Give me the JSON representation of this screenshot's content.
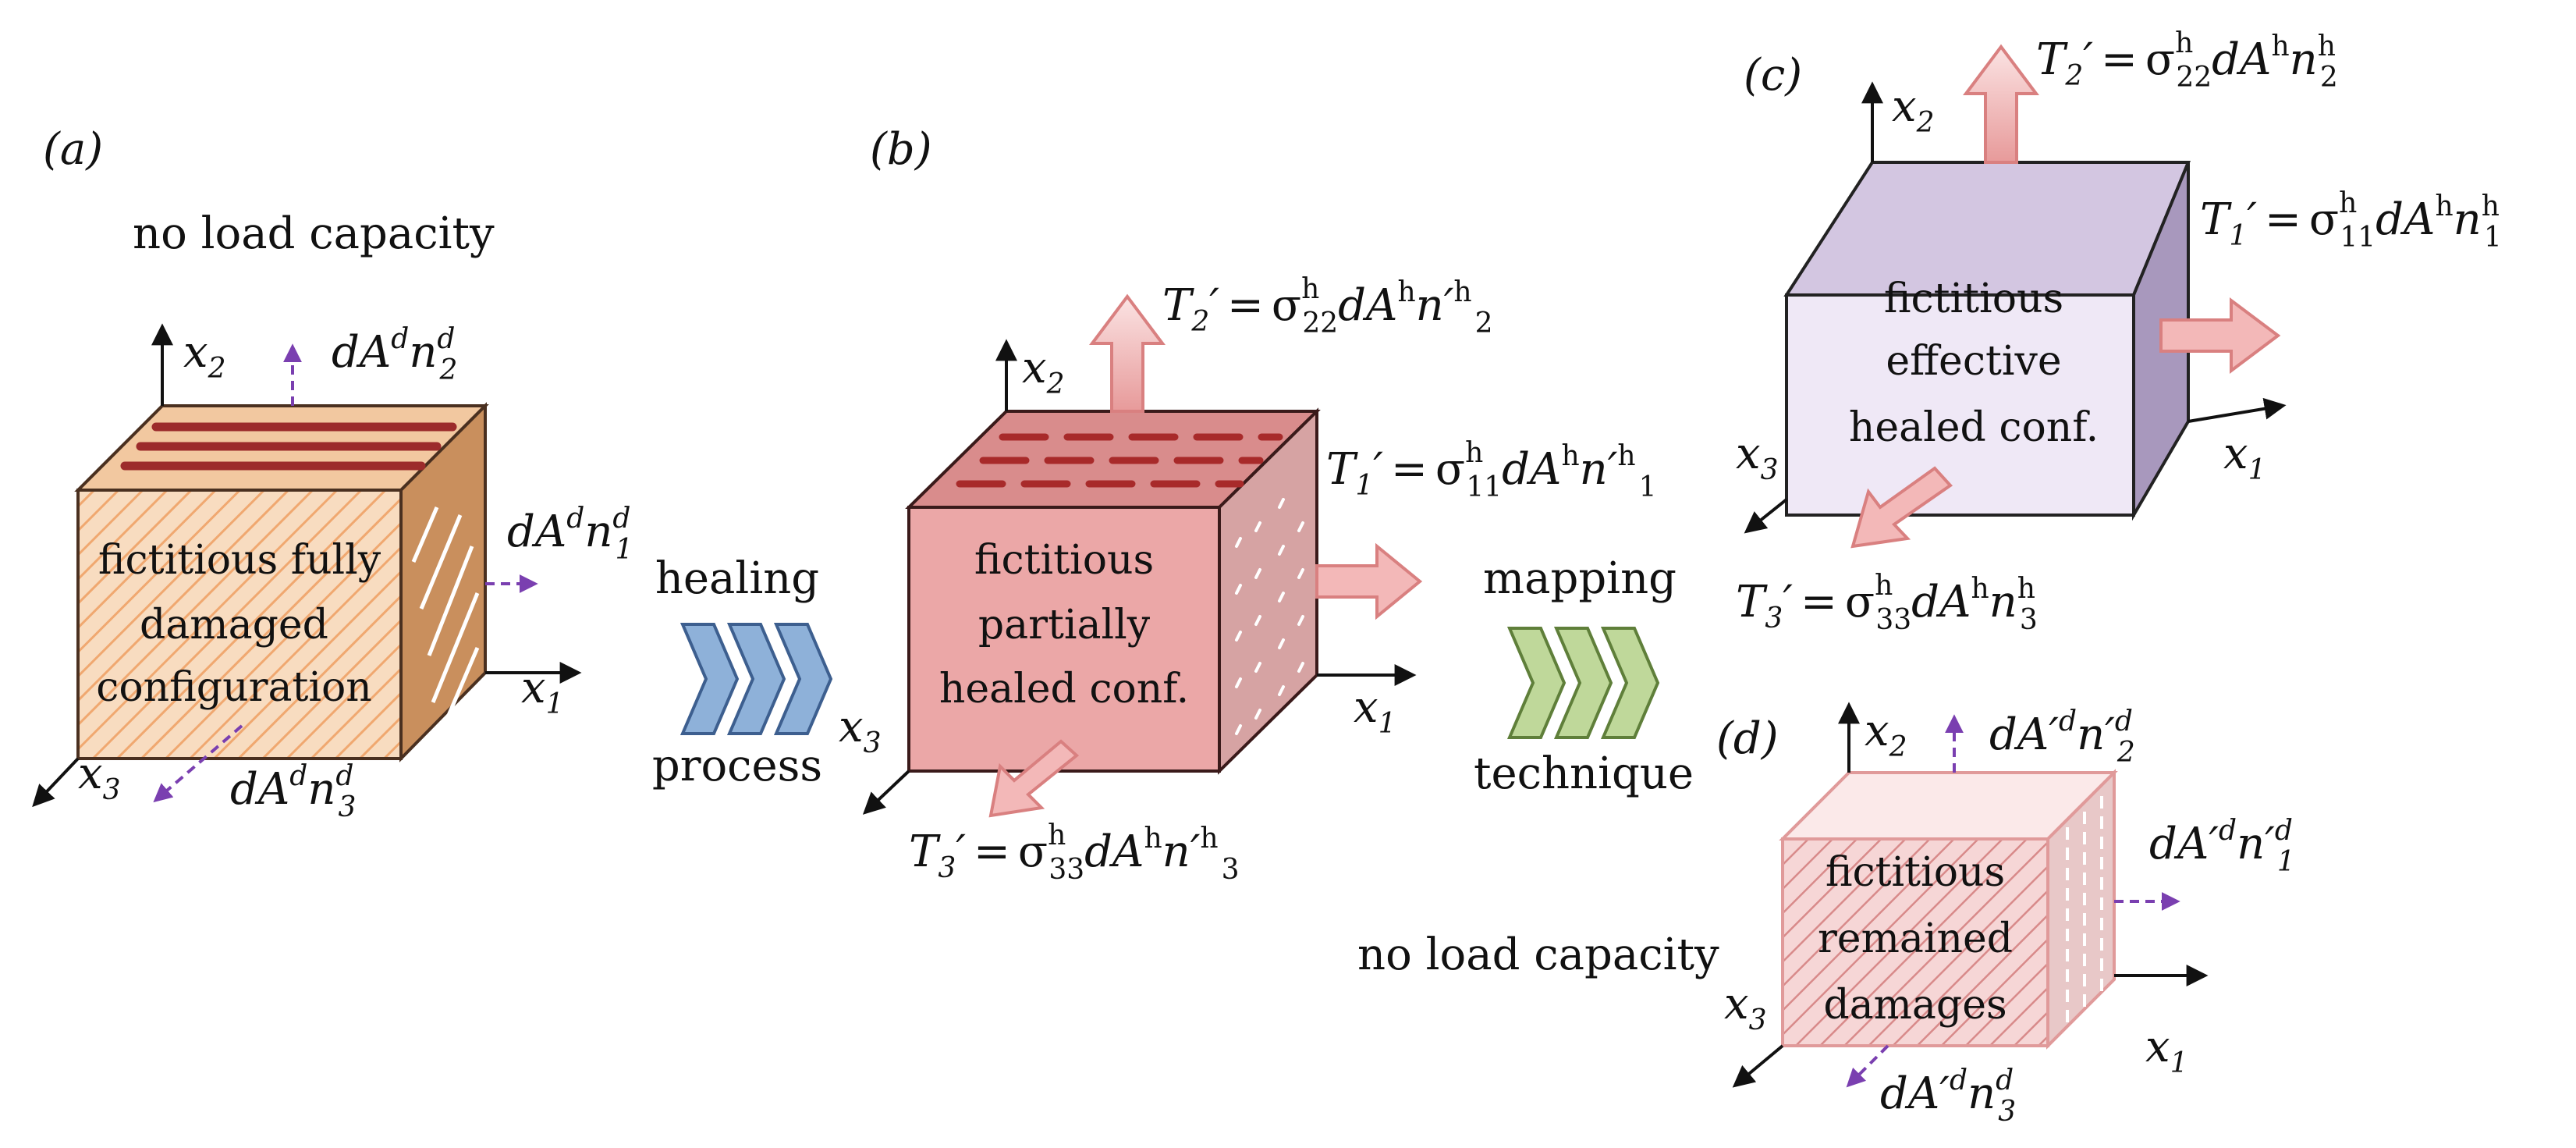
{
  "panels": {
    "a": {
      "tag": "(a)",
      "caption": "no load capacity",
      "box_lines": [
        "fictitious fully",
        "damaged",
        "configuration"
      ],
      "vectors": {
        "top": {
          "base": "dA",
          "sup": "d",
          "n": "n",
          "nsup": "d",
          "nsub": "2"
        },
        "right": {
          "base": "dA",
          "sup": "d",
          "n": "n",
          "nsup": "d",
          "nsub": "1"
        },
        "front": {
          "base": "dA",
          "sup": "d",
          "n": "n",
          "nsup": "d",
          "nsub": "3"
        }
      },
      "colors": {
        "front": "#f8dcc0",
        "top": "#f2c8a0",
        "side": "#c98f5d",
        "hatch": "#ffffff",
        "stripe": "#9c2b2b"
      }
    },
    "b": {
      "tag": "(b)",
      "box_lines": [
        "fictitious",
        "partially",
        "healed conf."
      ],
      "colors": {
        "front": "#eba7a7",
        "top": "#d98c8c",
        "side": "#d6a3a3",
        "edge": "#5a2a2a",
        "dash": "#a82a2a"
      }
    },
    "c": {
      "tag": "(c)",
      "box_lines": [
        "fictitious",
        "effective",
        "healed conf."
      ],
      "colors": {
        "front": "#efe8f6",
        "top": "#d3c6e1",
        "side": "#a898bd",
        "edge": "#222222"
      }
    },
    "d": {
      "tag": "(d)",
      "caption": "no load capacity",
      "box_lines": [
        "fictitious",
        "remained",
        "damages"
      ],
      "colors": {
        "front": "#f3c7c7",
        "top": "#fbe9e9",
        "side": "#e8c8c8",
        "edge": "#e09a9a",
        "hatch": "#d88a8a"
      }
    }
  },
  "axes": {
    "x1": {
      "base": "x",
      "sub": "1"
    },
    "x2": {
      "base": "x",
      "sub": "2"
    },
    "x3": {
      "base": "x",
      "sub": "3"
    }
  },
  "processes": {
    "healing": {
      "top": "healing",
      "bottom": "process",
      "color": "#8eb1d9",
      "edge": "#3d5f8f"
    },
    "mapping": {
      "top": "mapping",
      "bottom": "technique",
      "color": "#bfd89a",
      "edge": "#5f7f3a"
    }
  },
  "equations": {
    "b_T2": {
      "T": "T",
      "tsub": "2",
      "sig_sup": "h",
      "sig_sub": "22",
      "A": "dA",
      "Asup": "h",
      "n": "n′",
      "nsup": "h",
      "nsub": "2"
    },
    "b_T1": {
      "T": "T",
      "tsub": "1",
      "sig_sup": "h",
      "sig_sub": "11",
      "A": "dA",
      "Asup": "h",
      "n": "n′",
      "nsup": "h",
      "nsub": "1"
    },
    "b_T3": {
      "T": "T",
      "tsub": "3",
      "sig_sup": "h",
      "sig_sub": "33",
      "A": "dA",
      "Asup": "h",
      "n": "n′",
      "nsup": "h",
      "nsub": "3"
    },
    "c_T2": {
      "T": "T",
      "tsub": "2",
      "sig_sup": "h",
      "sig_sub": "22",
      "A": "dA",
      "Asup": "h",
      "n": "n",
      "nsup": "h",
      "nsub": "2"
    },
    "c_T1": {
      "T": "T",
      "tsub": "1",
      "sig_sup": "h",
      "sig_sub": "11",
      "A": "dA",
      "Asup": "h",
      "n": "n",
      "nsup": "h",
      "nsub": "1"
    },
    "c_T3": {
      "T": "T",
      "tsub": "3",
      "sig_sup": "h",
      "sig_sub": "33",
      "A": "dA",
      "Asup": "h",
      "n": "n",
      "nsup": "h",
      "nsub": "3"
    }
  },
  "d_vectors": {
    "top": {
      "base": "dA′",
      "sup": "d",
      "n": "n′",
      "nsup": "d",
      "nsub": "2"
    },
    "right": {
      "base": "dA′",
      "sup": "d",
      "n": "n′",
      "nsup": "d",
      "nsub": "1"
    },
    "front": {
      "base": "dA′",
      "sup": "d",
      "n": "n",
      "nsup": "d",
      "nsub": "3"
    }
  },
  "symbols": {
    "prime": "′",
    "equals": "=",
    "sigma": "σ"
  },
  "colors": {
    "traction_fill": "#f7d0d0",
    "traction_edge": "#d98080",
    "normal_arrow": "#7a3fb0",
    "axis": "#111111"
  }
}
